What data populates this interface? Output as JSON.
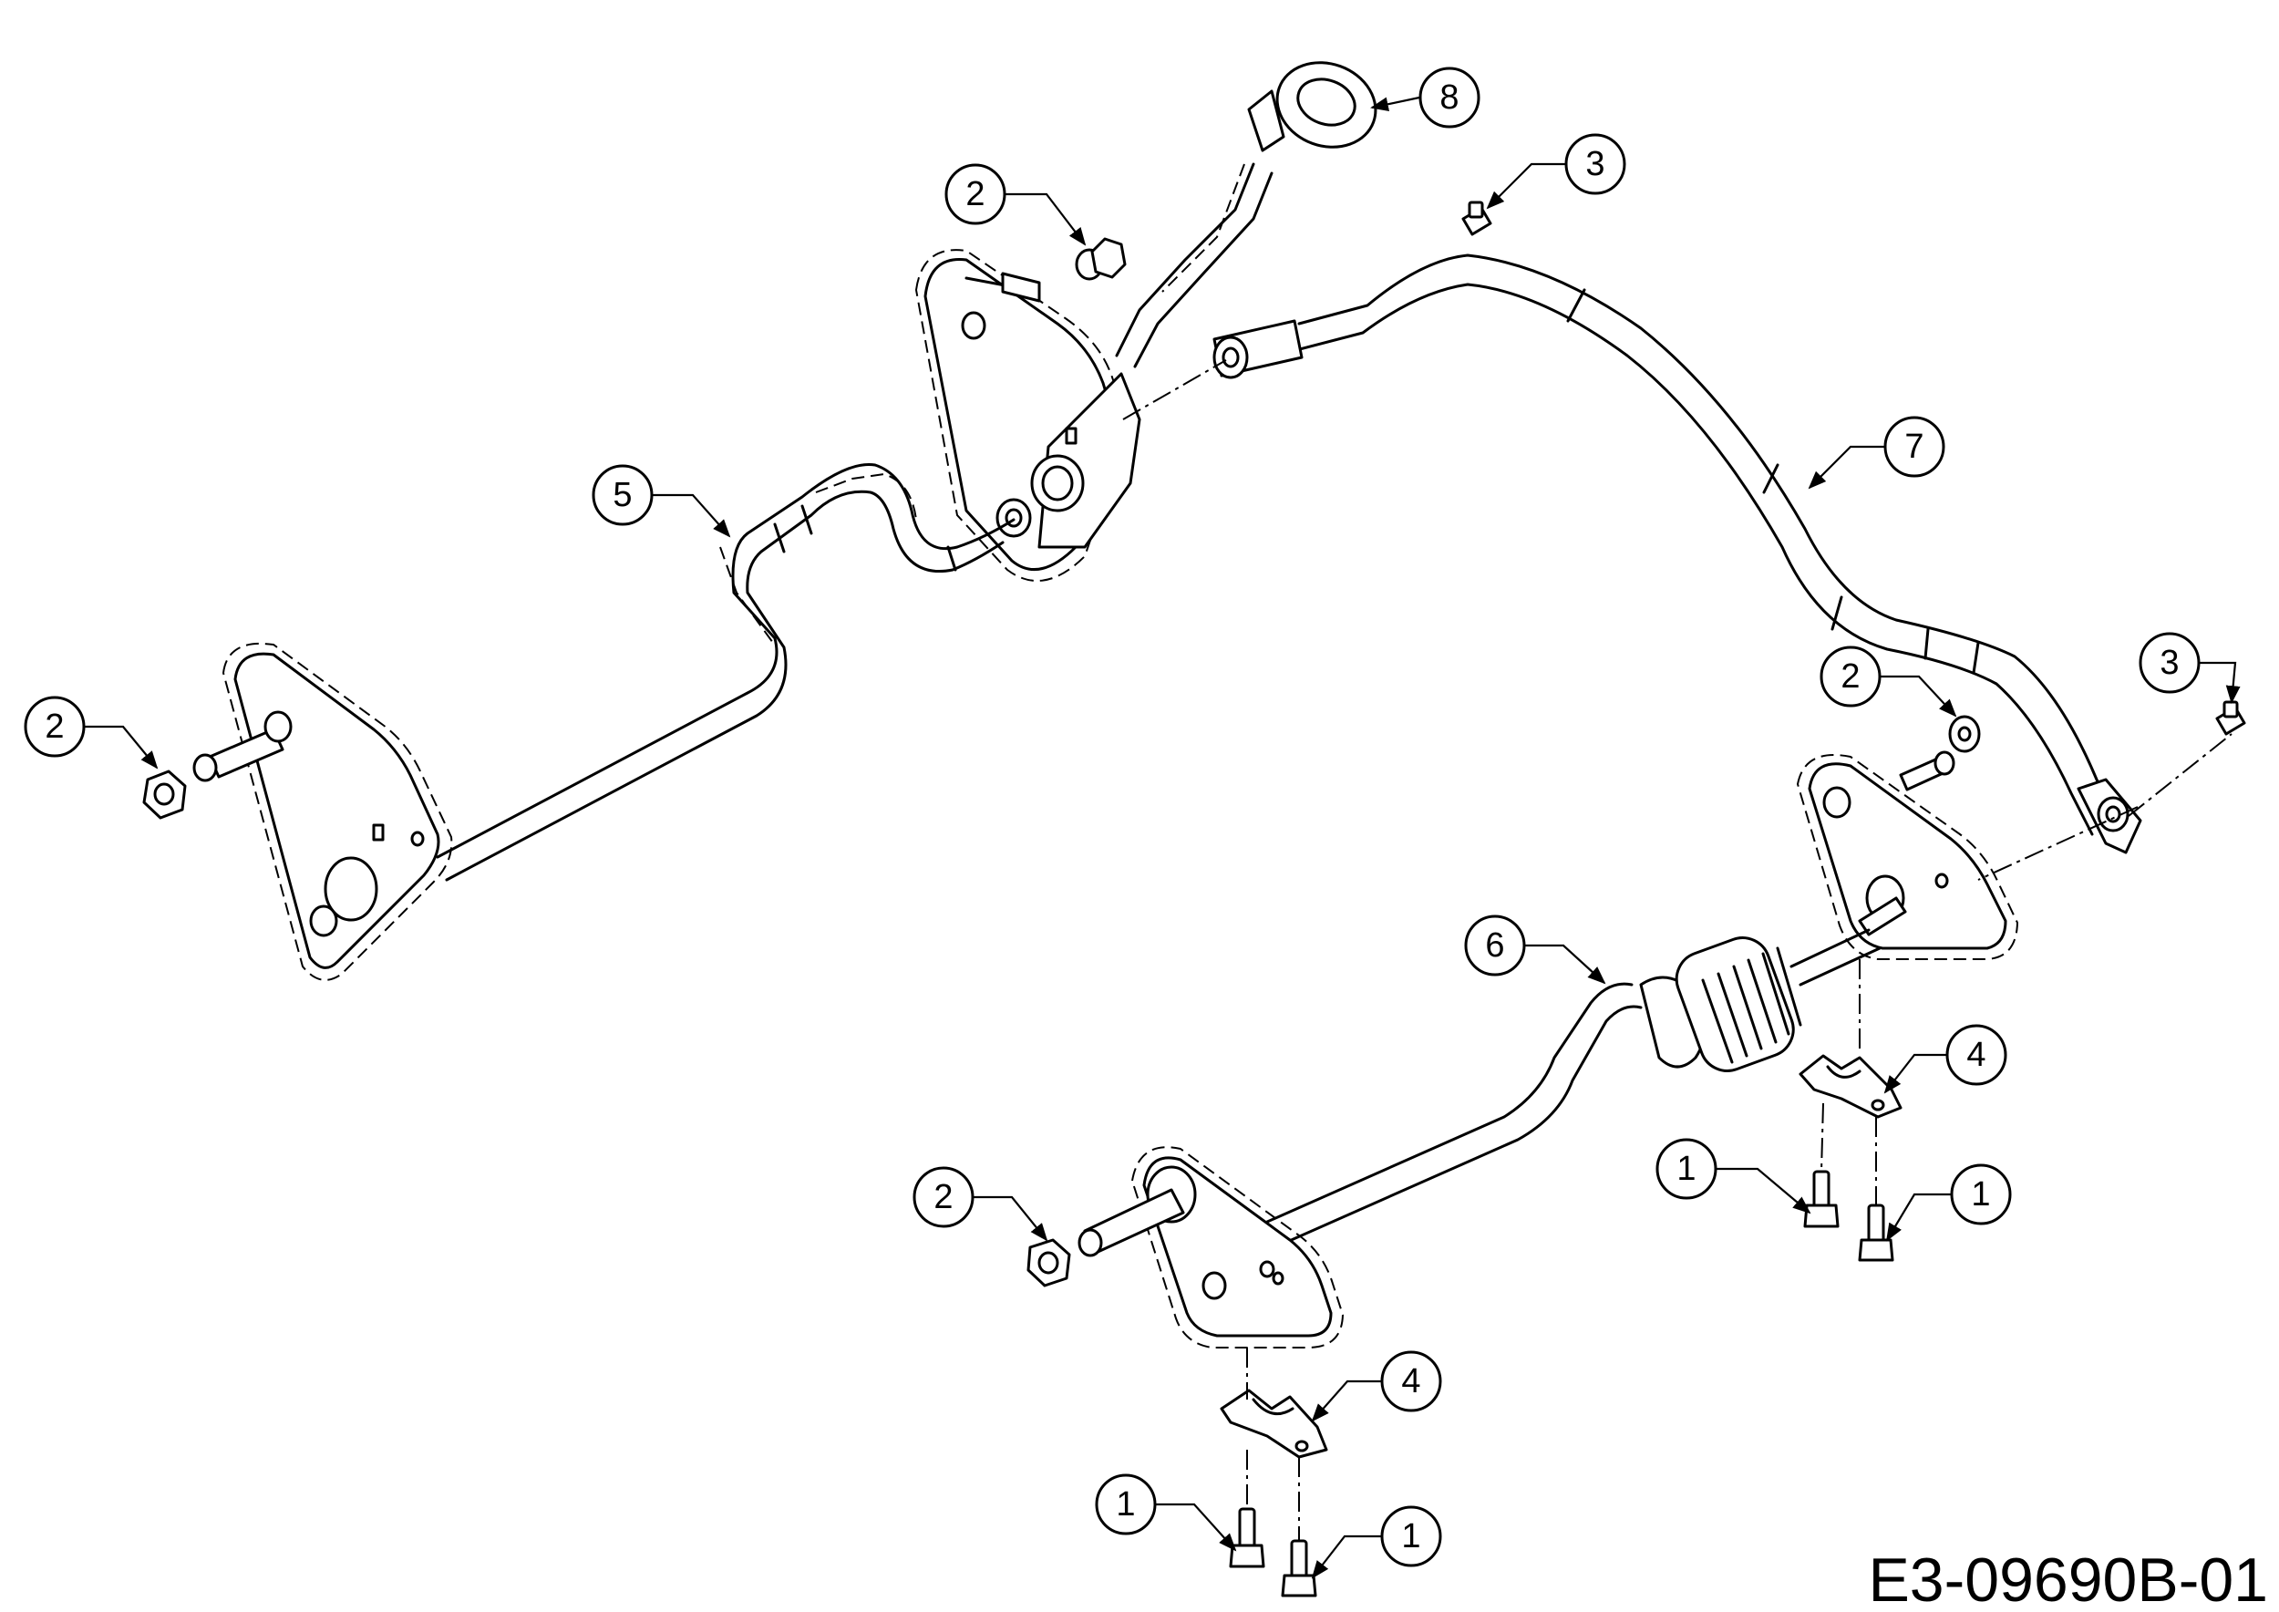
{
  "drawing_code": "E3-09690B-01",
  "callouts": [
    {
      "label": "8"
    },
    {
      "label": "2"
    },
    {
      "label": "3"
    },
    {
      "label": "5"
    },
    {
      "label": "7"
    },
    {
      "label": "2"
    },
    {
      "label": "2"
    },
    {
      "label": "3"
    },
    {
      "label": "6"
    },
    {
      "label": "4"
    },
    {
      "label": "1"
    },
    {
      "label": "1"
    },
    {
      "label": "2"
    },
    {
      "label": "4"
    },
    {
      "label": "1"
    },
    {
      "label": "1"
    }
  ]
}
